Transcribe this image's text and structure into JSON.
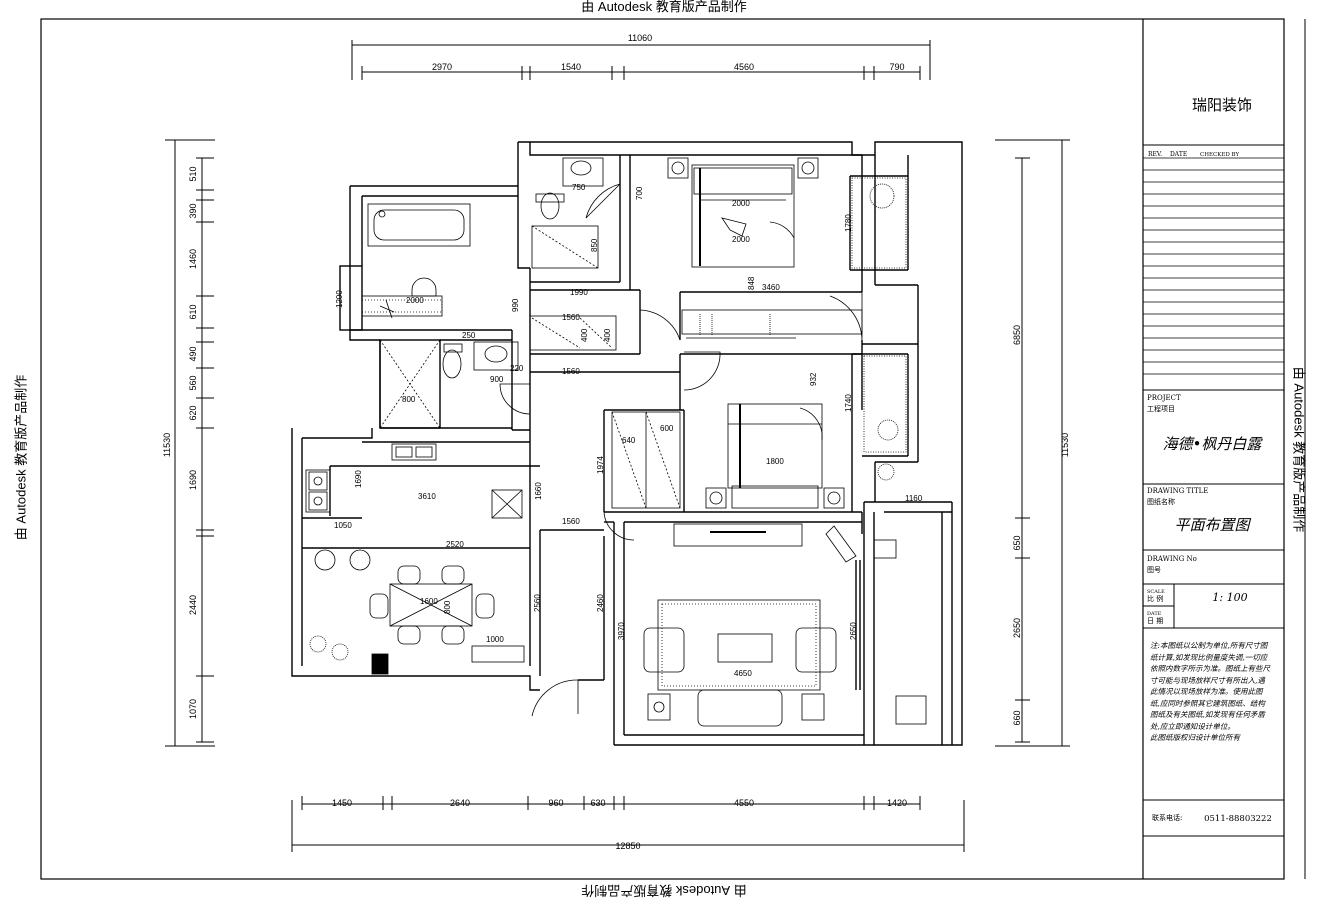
{
  "watermark": {
    "top": "由 Autodesk 教育版产品制作",
    "bottom": "由 Autodesk 教育版产品制作",
    "left": "由 Autodesk 教育版产品制作",
    "right": "由 Autodesk 教育版产品制作"
  },
  "dimensions": {
    "top_total": "11060",
    "top_segments": [
      "2970",
      "1540",
      "4560",
      "790"
    ],
    "bottom_total": "12850",
    "bottom_segments": [
      "1450",
      "2640",
      "960",
      "630",
      "4550",
      "1420"
    ],
    "left_total": "11530",
    "left_segments": [
      "510",
      "390",
      "1460",
      "610",
      "490",
      "560",
      "620",
      "1690",
      "2440",
      "1070"
    ],
    "right_total": "11530",
    "right_segments": [
      "6850",
      "650",
      "2650",
      "660"
    ],
    "interior": [
      "750",
      "700",
      "850",
      "2000",
      "2000",
      "1780",
      "848",
      "3460",
      "1990",
      "1200",
      "2000",
      "990",
      "1560",
      "400",
      "400",
      "250",
      "900",
      "220",
      "1560",
      "800",
      "932",
      "1740",
      "640",
      "600",
      "1974",
      "1800",
      "1690",
      "3610",
      "1660",
      "1050",
      "2520",
      "1560",
      "1160",
      "1600",
      "800",
      "2560",
      "1000",
      "2460",
      "3970",
      "4650",
      "2650"
    ]
  },
  "title_block": {
    "company": "瑞阳装饰",
    "rev_header": [
      "REV.",
      "DATE",
      "CHECKED BY"
    ],
    "project_label": "PROJECT",
    "project_label_cn": "工程项目",
    "project_name": "海德•枫丹白露",
    "drawing_title_label": "DRAWING TITLE",
    "drawing_title_label_cn": "图纸名称",
    "drawing_title": "平面布置图",
    "drawing_no_label": "DRAWING No",
    "drawing_no_label_cn": "图号",
    "scale_label": "SCALE",
    "scale_label_cn": "比 例",
    "scale_value": "1: 100",
    "date_label": "DATE",
    "date_label_cn": "日 期",
    "notes": "注:本图纸以公制为单位,所有尺寸图纸计算,如发现比例量度失调,一切应依照内数字所示为准。图纸上有些尺寸可能与现场放样尺寸有所出入,遇此情况以现场放样为准。使用此图纸,应同时参照其它建筑图纸、结构图纸及有关图纸,如发现有任何矛盾处,应立即通知设计单位。",
    "copyright": "此图纸版权归设计单位所有",
    "phone_label": "联系电话:",
    "phone": "0511-88803222"
  }
}
